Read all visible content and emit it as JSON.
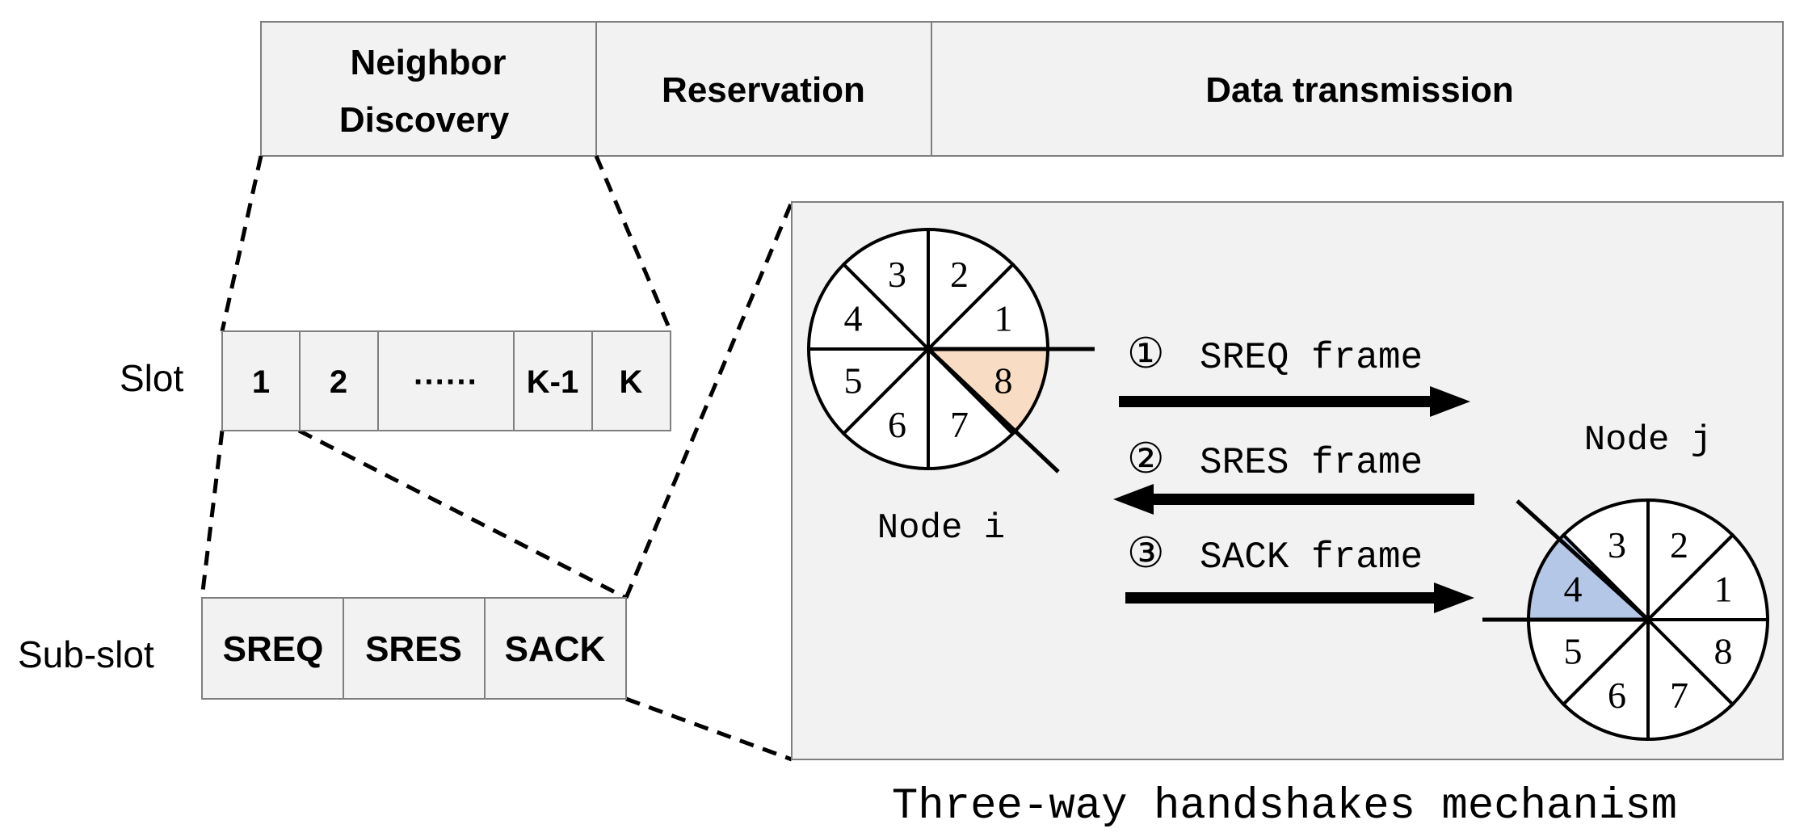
{
  "frame": {
    "segments": [
      {
        "line1": "Neighbor",
        "line2": "Discovery"
      },
      {
        "label": "Reservation"
      },
      {
        "label": "Data transmission"
      }
    ]
  },
  "slot": {
    "label": "Slot",
    "cells": [
      "1",
      "2",
      "······",
      "K-1",
      "K"
    ]
  },
  "subslot": {
    "label": "Sub-slot",
    "cells": [
      "SREQ",
      "SRES",
      "SACK"
    ]
  },
  "node_i": {
    "label": "Node i",
    "sectors": [
      "1",
      "2",
      "3",
      "4",
      "5",
      "6",
      "7",
      "8"
    ],
    "highlight_sector": "8",
    "highlight_color": "#f9dcc4"
  },
  "node_j": {
    "label": "Node j",
    "sectors": [
      "1",
      "2",
      "3",
      "4",
      "5",
      "6",
      "7",
      "8"
    ],
    "highlight_sector": "4",
    "highlight_color": "#b4c7e7"
  },
  "messages": [
    {
      "marker": "①",
      "text": "SREQ frame",
      "direction": "right"
    },
    {
      "marker": "②",
      "text": "SRES frame",
      "direction": "left"
    },
    {
      "marker": "③",
      "text": "SACK frame",
      "direction": "right"
    }
  ],
  "caption": "Three-way handshakes mechanism",
  "colors": {
    "box_fill": "#f2f2f2",
    "panel_fill": "#f2f2f2",
    "stroke": "#000000",
    "box_border": "#7f7f7f"
  }
}
